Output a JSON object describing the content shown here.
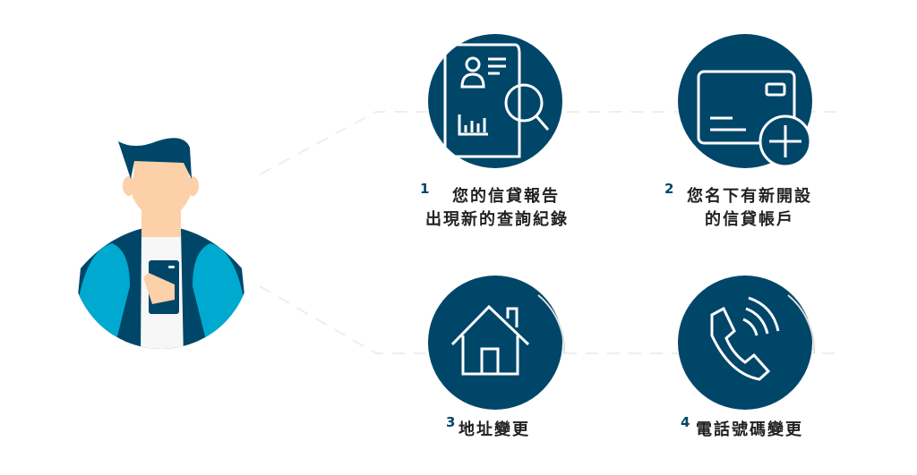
{
  "colors": {
    "navy": "#004669",
    "sky": "#00a9d0",
    "skin": "#fcd0a8"
  },
  "items": [
    {
      "number": "1",
      "line1": "您的信貸報告",
      "line2": "出現新的查詢紀錄",
      "icon": "credit-report-search-icon"
    },
    {
      "number": "2",
      "line1": "您名下有新開設",
      "line2": "的信貸帳戶",
      "icon": "new-card-account-icon"
    },
    {
      "number": "3",
      "line1": "地址變更",
      "icon": "house-icon"
    },
    {
      "number": "4",
      "line1": "電話號碼變更",
      "icon": "phone-icon"
    }
  ]
}
